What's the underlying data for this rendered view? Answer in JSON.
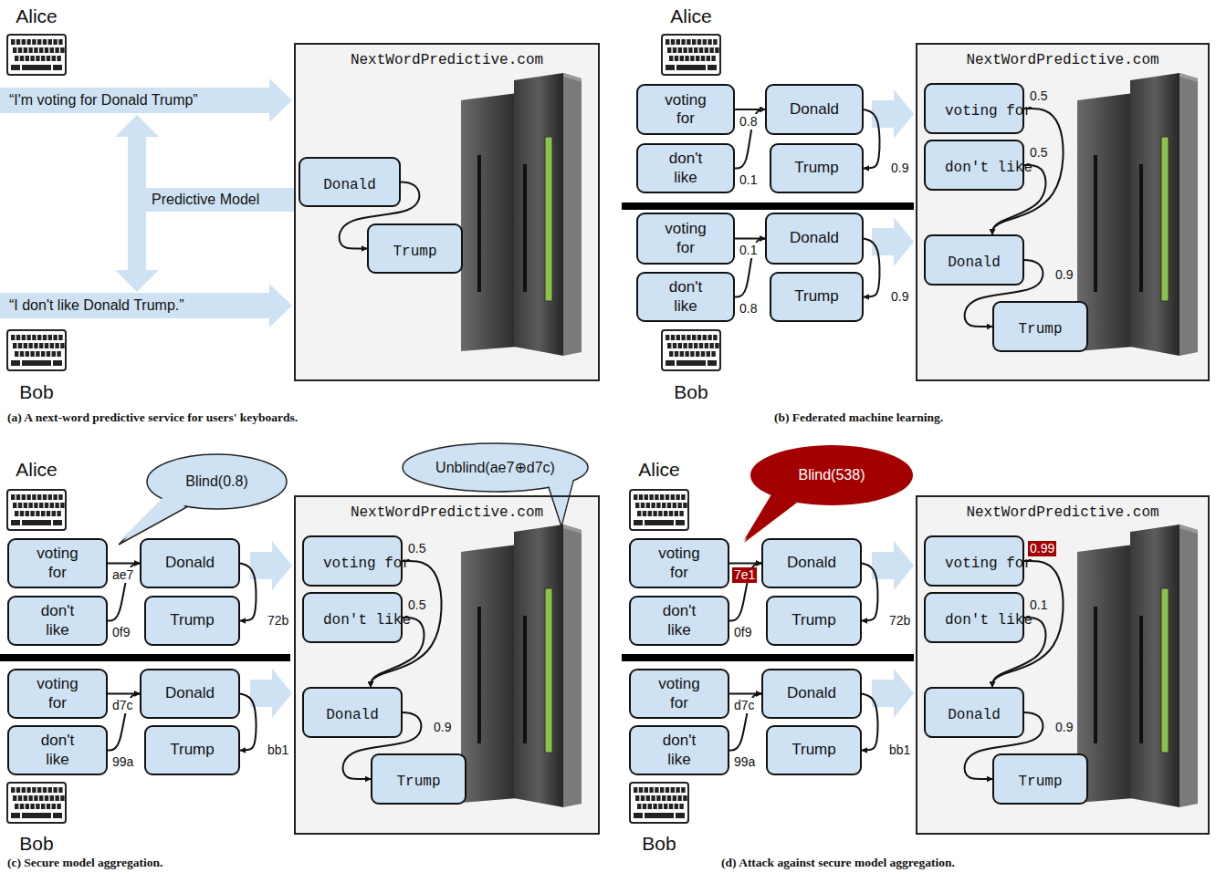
{
  "diagram": {
    "nodes": [
      {
        "text": [
          "NextWordPredictive.com"
        ]
      },
      {
        "text": [
          "Donald"
        ],
        "in": 0
      },
      {
        "text": [
          "Trump"
        ],
        "in": 0
      },
      {
        "text": [
          "voting for"
        ]
      },
      {
        "text": [
          "don't like"
        ]
      },
      {
        "text": [
          "Donald"
        ]
      },
      {
        "text": [
          "Trump"
        ]
      },
      {
        "text": [
          "NextWordPredictive.com"
        ]
      },
      {
        "text": [
          "voting for"
        ],
        "in": 7
      },
      {
        "text": [
          "don't like"
        ],
        "in": 7
      },
      {
        "text": [
          "Donald"
        ],
        "in": 7
      },
      {
        "text": [
          "Trump"
        ],
        "in": 7
      },
      {
        "text": [
          "voting for"
        ]
      },
      {
        "text": [
          "don't like"
        ]
      },
      {
        "text": [
          "Donald"
        ]
      },
      {
        "text": [
          "Trump"
        ]
      },
      {
        "text": [
          "Blind(0.8)"
        ]
      },
      {
        "text": [
          "Unblind(ae7⊕d7c)"
        ]
      },
      {
        "text": [
          "voting for"
        ]
      },
      {
        "text": [
          "don't like"
        ]
      },
      {
        "text": [
          "Donald"
        ]
      },
      {
        "text": [
          "Trump"
        ]
      },
      {
        "text": [
          "NextWordPredictive.com"
        ]
      },
      {
        "text": [
          "voting for"
        ],
        "in": 22
      },
      {
        "text": [
          "don't like"
        ],
        "in": 22
      },
      {
        "text": [
          "Donald"
        ],
        "in": 22
      },
      {
        "text": [
          "Trump"
        ],
        "in": 22
      },
      {
        "text": [
          "voting for"
        ]
      },
      {
        "text": [
          "don't like"
        ]
      },
      {
        "text": [
          "Donald"
        ]
      },
      {
        "text": [
          "Trump"
        ]
      },
      {
        "text": [
          "Blind(538)"
        ]
      },
      {
        "text": [
          "voting for"
        ]
      },
      {
        "text": [
          "don't like"
        ]
      },
      {
        "text": [
          "Donald"
        ]
      },
      {
        "text": [
          "Trump"
        ]
      },
      {
        "text": [
          "NextWordPredictive.com"
        ]
      },
      {
        "text": [
          "voting for"
        ],
        "in": 36
      },
      {
        "text": [
          "don't like"
        ],
        "in": 36
      },
      {
        "text": [
          "Donald"
        ],
        "in": 36
      },
      {
        "text": [
          "Trump"
        ],
        "in": 36
      },
      {
        "text": [
          "voting for"
        ]
      },
      {
        "text": [
          "don't like"
        ]
      },
      {
        "text": [
          "Donald"
        ]
      },
      {
        "text": [
          "Trump"
        ]
      }
    ],
    "edges": [
      {
        "from": 1,
        "to": 2,
        "arrow": "to"
      },
      {
        "from": 3,
        "to": 5,
        "label": "0.8",
        "arrow": "to"
      },
      {
        "from": 4,
        "to": 5,
        "label": "0.1",
        "arrow": "to"
      },
      {
        "from": 5,
        "to": 6,
        "label": "0.9",
        "arrow": "to"
      },
      {
        "from": 8,
        "to": 10,
        "label": "0.5",
        "arrow": "to"
      },
      {
        "from": 9,
        "to": 10,
        "label": "0.5",
        "arrow": "to"
      },
      {
        "from": 10,
        "to": 11,
        "label": "0.9",
        "arrow": "to"
      },
      {
        "from": 12,
        "to": 14,
        "label": "0.1",
        "arrow": "to"
      },
      {
        "from": 13,
        "to": 14,
        "label": "0.8",
        "arrow": "to"
      },
      {
        "from": 14,
        "to": 15,
        "label": "0.9",
        "arrow": "to"
      },
      {
        "from": 18,
        "to": 20,
        "label": "ae7",
        "arrow": "to"
      },
      {
        "from": 19,
        "to": 20,
        "label": "0f9",
        "arrow": "to"
      },
      {
        "from": 20,
        "to": 21,
        "label": "72b",
        "arrow": "to"
      },
      {
        "from": 23,
        "to": 25,
        "label": "0.5",
        "arrow": "to"
      },
      {
        "from": 24,
        "to": 25,
        "label": "0.5",
        "arrow": "to"
      },
      {
        "from": 25,
        "to": 26,
        "label": "0.9",
        "arrow": "to"
      },
      {
        "from": 27,
        "to": 29,
        "label": "d7c",
        "arrow": "to"
      },
      {
        "from": 28,
        "to": 29,
        "label": "99a",
        "arrow": "to"
      },
      {
        "from": 29,
        "to": 30,
        "label": "bb1",
        "arrow": "to"
      },
      {
        "from": 32,
        "to": 34,
        "label": "7e1",
        "arrow": "to"
      },
      {
        "from": 33,
        "to": 34,
        "label": "0f9",
        "arrow": "to"
      },
      {
        "from": 34,
        "to": 35,
        "label": "72b",
        "arrow": "to"
      },
      {
        "from": 37,
        "to": 39,
        "label": "0.99",
        "arrow": "to"
      },
      {
        "from": 38,
        "to": 39,
        "label": "0.1",
        "arrow": "to"
      },
      {
        "from": 39,
        "to": 40,
        "label": "0.9",
        "arrow": "to"
      },
      {
        "from": 41,
        "to": 43,
        "label": "d7c",
        "arrow": "to"
      },
      {
        "from": 42,
        "to": 43,
        "label": "99a",
        "arrow": "to"
      },
      {
        "from": 43,
        "to": 44,
        "label": "bb1",
        "arrow": "to"
      }
    ],
    "labels": [
      "Alice",
      "“I'm voting for Donald Trump”",
      "Predictive Model",
      "“I don't like Donald Trump.”",
      "Bob",
      "(a) A next-word predictive service for users' keyboards.",
      "Alice",
      "Bob",
      "(b) Federated machine learning.",
      "Alice",
      "Bob",
      "(c) Secure model aggregation.",
      "Alice",
      "Bob",
      "(d) Attack against secure model aggregation."
    ]
  }
}
